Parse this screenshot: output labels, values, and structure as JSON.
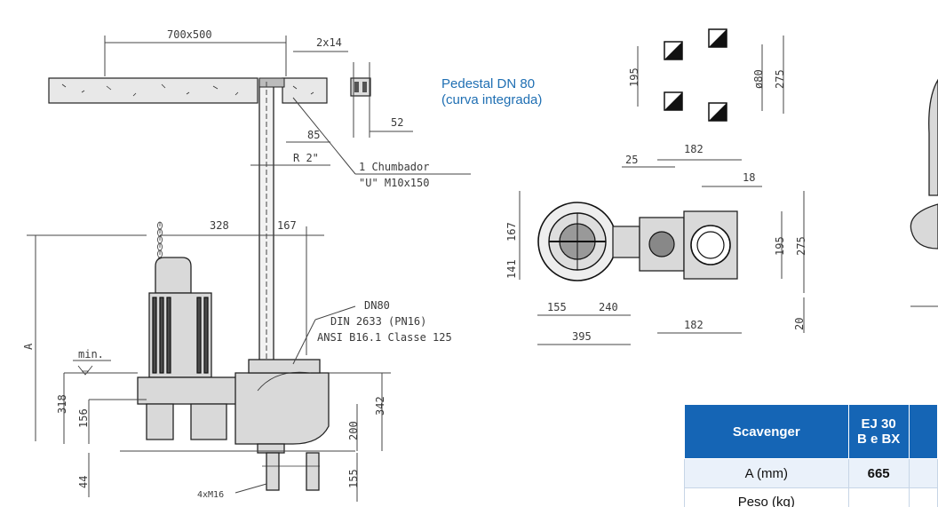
{
  "caption": {
    "line1": "Pedestal DN 80",
    "line2": "(curva integrada)"
  },
  "side_view": {
    "dim_700x500": "700x500",
    "dim_2x14": "2x14",
    "dim_52": "52",
    "dim_85": "85",
    "dim_r2": "R 2\"",
    "anchor_line1": "1 Chumbador",
    "anchor_line2": "\"U\" M10x150",
    "dim_328": "328",
    "dim_167": "167",
    "flange_line1": "DN80",
    "flange_line2": "DIN 2633 (PN16)",
    "flange_line3": "ANSI B16.1 Classe 125",
    "label_min": "min.",
    "label_A": "A",
    "dim_318": "318",
    "dim_156": "156",
    "dim_44": "44",
    "dim_342": "342",
    "dim_200": "200",
    "dim_155": "155",
    "bolts": "4xM16"
  },
  "top_view": {
    "dim_195": "195",
    "dim_o80": "ø80",
    "dim_275": "275",
    "dim_182a": "182",
    "dim_25": "25",
    "dim_18": "18",
    "dim_167": "167",
    "dim_141": "141",
    "dim_195b": "195",
    "dim_275b": "275",
    "dim_155": "155",
    "dim_240": "240",
    "dim_395": "395",
    "dim_182b": "182",
    "dim_20": "20"
  },
  "table": {
    "header": "Scavenger",
    "col1_line1": "EJ 30",
    "col1_line2": "B e BX",
    "row1_label": "A (mm)",
    "row1_value": "665",
    "row2_label": "Peso (kg)"
  }
}
